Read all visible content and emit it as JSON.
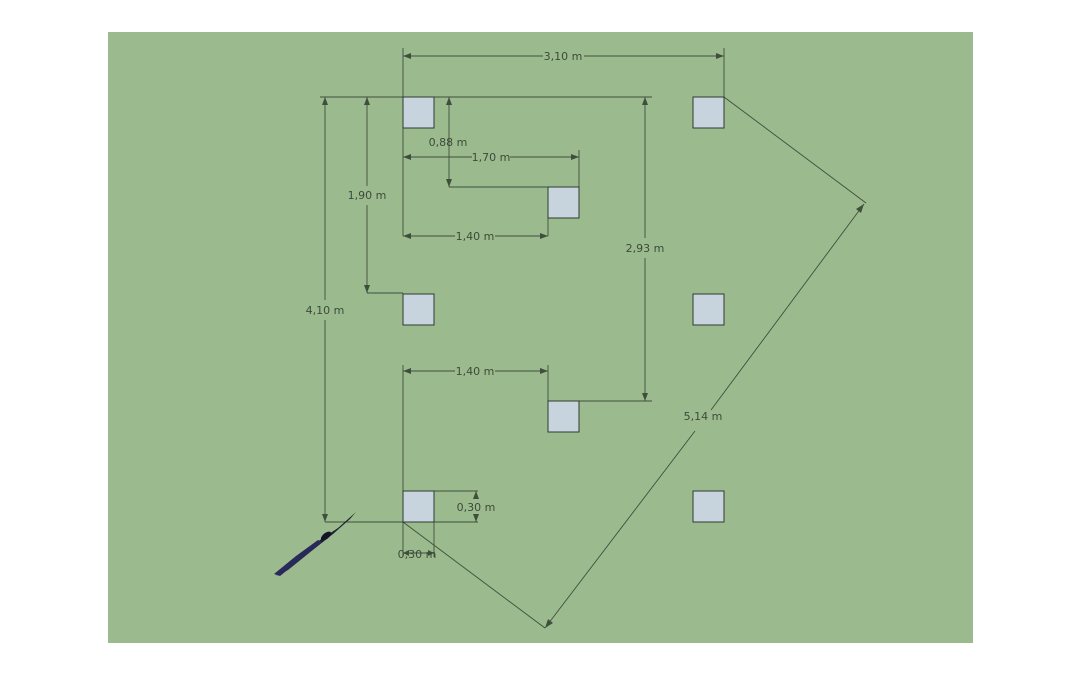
{
  "scene": {
    "background_color": "#ffffff",
    "ground_color": "#9bbb8f",
    "post_fill": "#c7d4dd",
    "dimension_color": "#3f4f3c",
    "label_color": "#3d4a3a"
  },
  "posts": [
    {
      "name": "post-top-left"
    },
    {
      "name": "post-top-right"
    },
    {
      "name": "post-upper-middle"
    },
    {
      "name": "post-middle-left"
    },
    {
      "name": "post-middle-right"
    },
    {
      "name": "post-lower-middle"
    },
    {
      "name": "post-bottom-left"
    },
    {
      "name": "post-bottom-right"
    }
  ],
  "dimensions": {
    "top_width": "3,10 m",
    "upper_offset": "0,88 m",
    "upper_reach": "1,70 m",
    "upper_spacing": "1,40 m",
    "left_partial_height": "1,90 m",
    "total_height": "4,10 m",
    "right_height": "2,93 m",
    "lower_spacing": "1,40 m",
    "diagonal": "5,14 m",
    "post_height": "0,30 m",
    "post_width": "0,30 m"
  },
  "figure": {
    "name": "person-figure"
  }
}
